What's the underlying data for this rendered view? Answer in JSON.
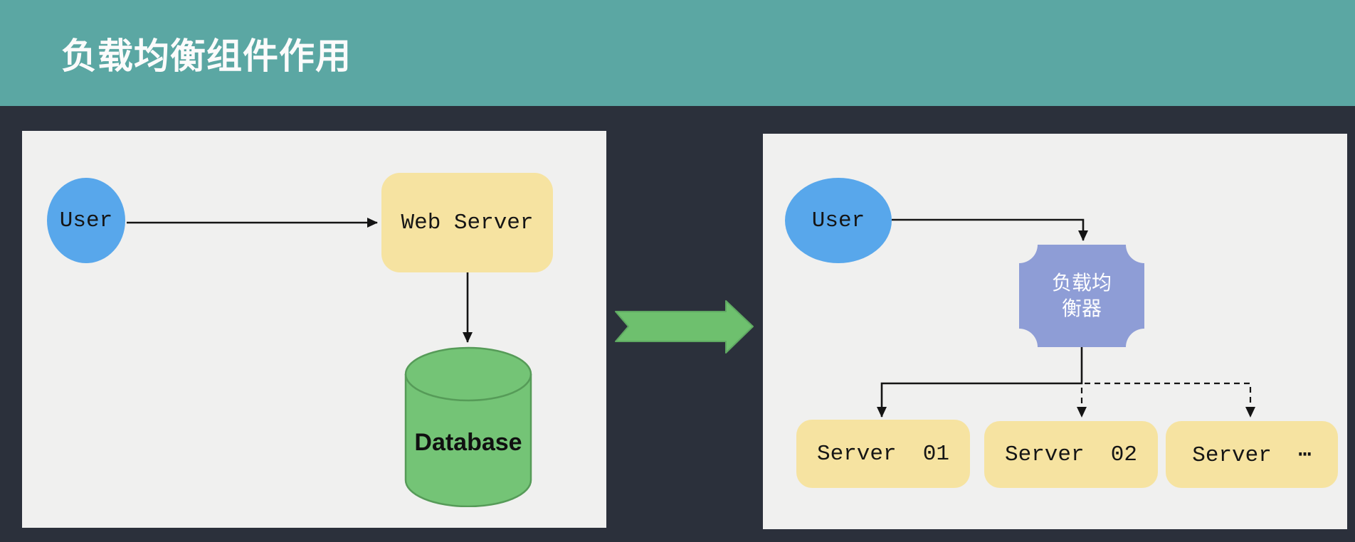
{
  "title": "负载均衡组件作用",
  "colors": {
    "teal": "#5BA7A3",
    "dark": "#2B303B",
    "panel": "#F0F0EF",
    "blue": "#58A7EB",
    "yellow": "#F6E3A1",
    "purple": "#8E9DD6",
    "green": "#74C476",
    "green-edge": "#569B58",
    "arrow-green": "#6EC06E",
    "arrow-green-edge": "#5FA862",
    "ink": "#141414",
    "title-color": "#FBFBFB"
  },
  "diagram": {
    "before": {
      "user": "User",
      "web_server": "Web Server",
      "database": "Database"
    },
    "after": {
      "user": "User",
      "load_balancer_lines": [
        "负载均",
        "衡器"
      ],
      "servers": [
        "Server  01",
        "Server  02",
        "Server  ⋯"
      ]
    }
  }
}
